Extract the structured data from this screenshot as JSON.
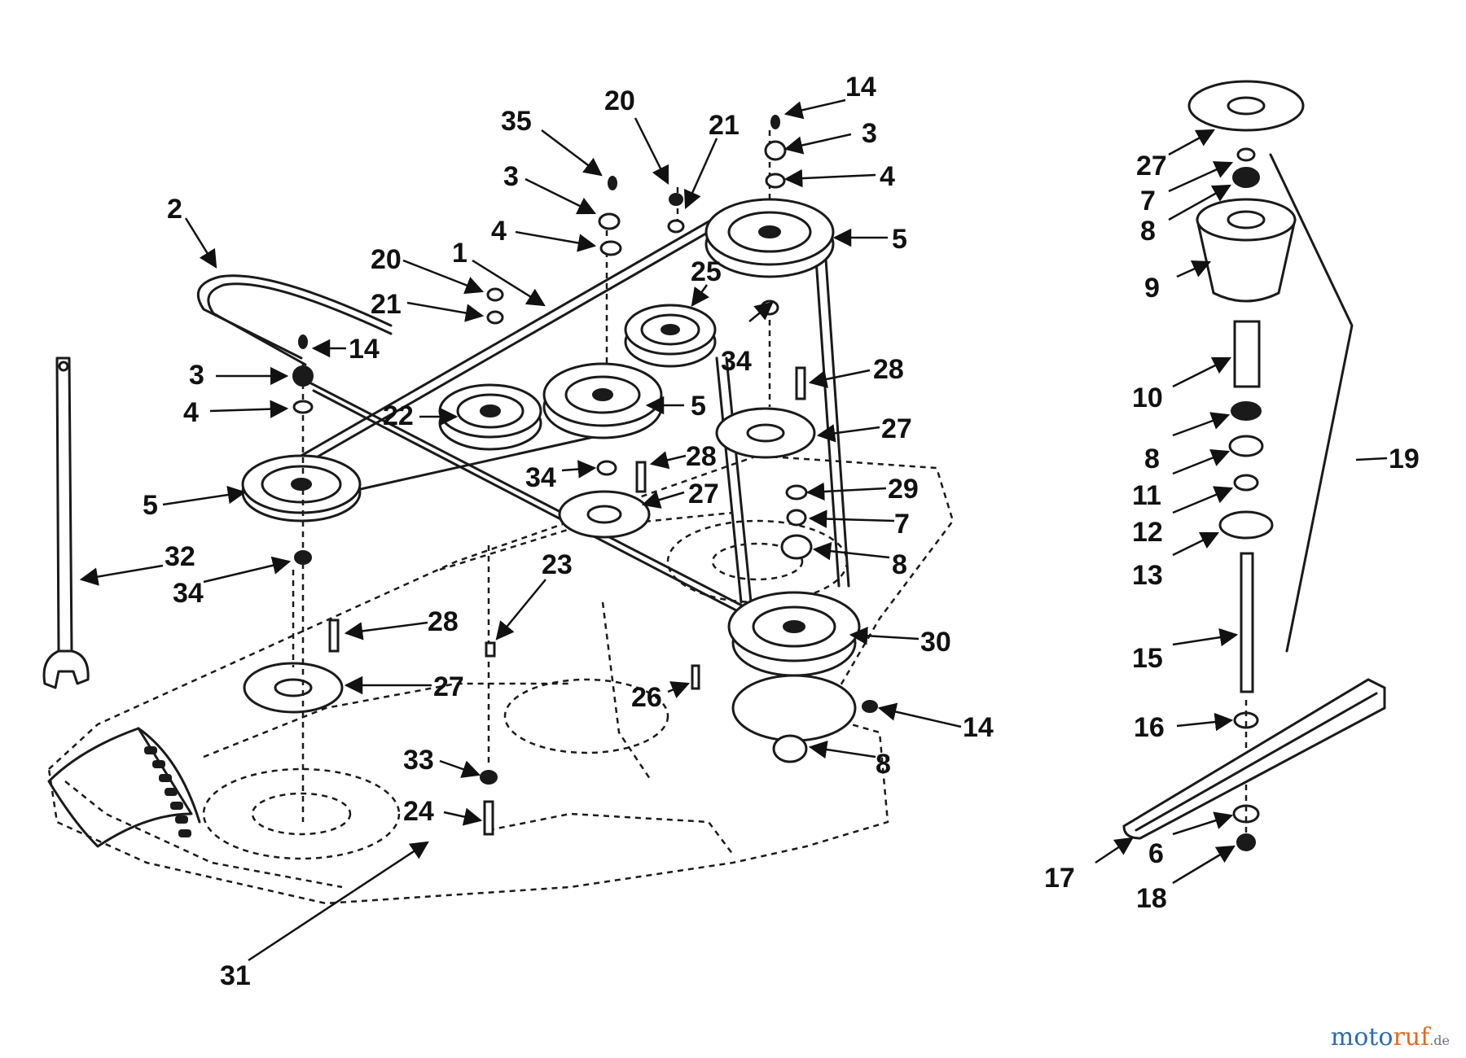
{
  "callouts": [
    {
      "id": "c14a",
      "text": "14"
    },
    {
      "id": "c3a",
      "text": "3"
    },
    {
      "id": "c4a",
      "text": "4"
    },
    {
      "id": "c5a",
      "text": "5"
    },
    {
      "id": "c20a",
      "text": "20"
    },
    {
      "id": "c21a",
      "text": "21"
    },
    {
      "id": "c35",
      "text": "35"
    },
    {
      "id": "c3b",
      "text": "3"
    },
    {
      "id": "c4b",
      "text": "4"
    },
    {
      "id": "c20b",
      "text": "20"
    },
    {
      "id": "c21b",
      "text": "21"
    },
    {
      "id": "c1",
      "text": "1"
    },
    {
      "id": "c25",
      "text": "25"
    },
    {
      "id": "c2",
      "text": "2"
    },
    {
      "id": "c14b",
      "text": "14"
    },
    {
      "id": "c3c",
      "text": "3"
    },
    {
      "id": "c4c",
      "text": "4"
    },
    {
      "id": "c22",
      "text": "22"
    },
    {
      "id": "c5b",
      "text": "5"
    },
    {
      "id": "c34a",
      "text": "34"
    },
    {
      "id": "c28a",
      "text": "28"
    },
    {
      "id": "c27a",
      "text": "27"
    },
    {
      "id": "c34b",
      "text": "34"
    },
    {
      "id": "c28b",
      "text": "28"
    },
    {
      "id": "c27b",
      "text": "27"
    },
    {
      "id": "c29",
      "text": "29"
    },
    {
      "id": "c7a",
      "text": "7"
    },
    {
      "id": "c8a",
      "text": "8"
    },
    {
      "id": "c5c",
      "text": "5"
    },
    {
      "id": "c32",
      "text": "32"
    },
    {
      "id": "c34c",
      "text": "34"
    },
    {
      "id": "c23",
      "text": "23"
    },
    {
      "id": "c28c",
      "text": "28"
    },
    {
      "id": "c27c",
      "text": "27"
    },
    {
      "id": "c30",
      "text": "30"
    },
    {
      "id": "c26",
      "text": "26"
    },
    {
      "id": "c14c",
      "text": "14"
    },
    {
      "id": "c33",
      "text": "33"
    },
    {
      "id": "c8b",
      "text": "8"
    },
    {
      "id": "c24",
      "text": "24"
    },
    {
      "id": "c31",
      "text": "31"
    },
    {
      "id": "c27d",
      "text": "27"
    },
    {
      "id": "c7b",
      "text": "7"
    },
    {
      "id": "c8c",
      "text": "8"
    },
    {
      "id": "c9",
      "text": "9"
    },
    {
      "id": "c10",
      "text": "10"
    },
    {
      "id": "c8d",
      "text": "8"
    },
    {
      "id": "c11",
      "text": "11"
    },
    {
      "id": "c12",
      "text": "12"
    },
    {
      "id": "c13",
      "text": "13"
    },
    {
      "id": "c19",
      "text": "19"
    },
    {
      "id": "c15",
      "text": "15"
    },
    {
      "id": "c16",
      "text": "16"
    },
    {
      "id": "c17",
      "text": "17"
    },
    {
      "id": "c6",
      "text": "6"
    },
    {
      "id": "c18",
      "text": "18"
    }
  ],
  "watermark": {
    "part1": "moto",
    "part2": "ruf",
    "part3": ".de"
  },
  "colors": {
    "ink": "#1a1a1a",
    "watermark_blue": "#2b6cb0",
    "watermark_orange": "#dd6b20"
  }
}
